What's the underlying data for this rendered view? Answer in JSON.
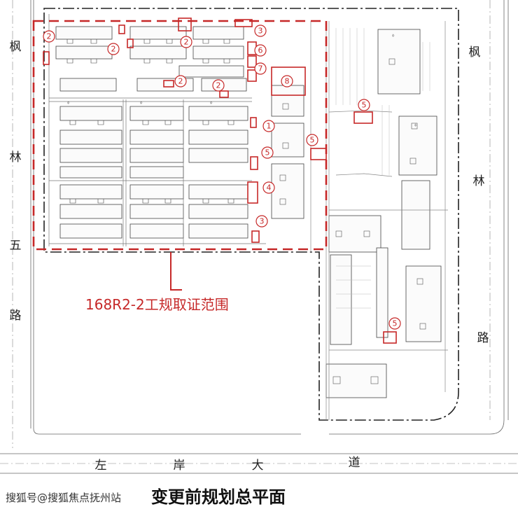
{
  "roads": {
    "left": [
      "枫",
      "林",
      "五",
      "路"
    ],
    "right": [
      "枫",
      "林",
      "路"
    ],
    "bottom": [
      "左",
      "岸",
      "大",
      "道"
    ]
  },
  "scope_label": "168R2-2工规取证范围",
  "caption": "变更前规划总平面",
  "watermark": "搜狐号@搜狐焦点抚州站",
  "callouts": {
    "c1": "2",
    "c2": "2",
    "c3": "2",
    "c4": "2",
    "c5": "2",
    "c6": "3",
    "c7": "6",
    "c8": "7",
    "c9": "8",
    "c10": "1",
    "c11": "5",
    "c12": "4",
    "c13": "3",
    "c14": "5",
    "c15": "5",
    "c16": "5"
  },
  "colors": {
    "annotation_red": "#c62828",
    "line_gray": "#555555"
  }
}
